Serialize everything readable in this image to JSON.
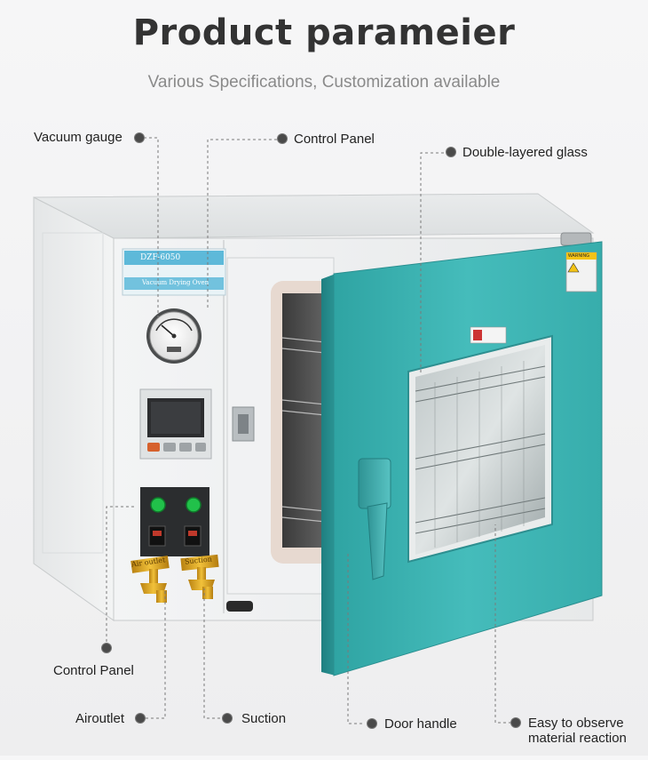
{
  "header": {
    "title": "Product parameier",
    "subtitle": "Various Specifications, Customization available"
  },
  "callouts": {
    "vacuum_gauge": "Vacuum gauge",
    "control_panel_top": "Control Panel",
    "double_glass": "Double-layered glass",
    "control_panel_bottom": "Control Panel",
    "air_outlet": "Airoutlet",
    "suction": "Suction",
    "door_handle": "Door handle",
    "observe": "Easy to observe material reaction"
  },
  "product": {
    "model": "DZF-6050",
    "name_plate": "Vacuum Drying Oven",
    "valve_left_tag": "Air outlet",
    "valve_right_tag": "Suction",
    "warning_label": "WARNING"
  },
  "colors": {
    "door": "#3fb4b3",
    "cabinet": "#f1f2f2",
    "valve": "#e6a61c",
    "callout_line": "#7a7a7a"
  }
}
